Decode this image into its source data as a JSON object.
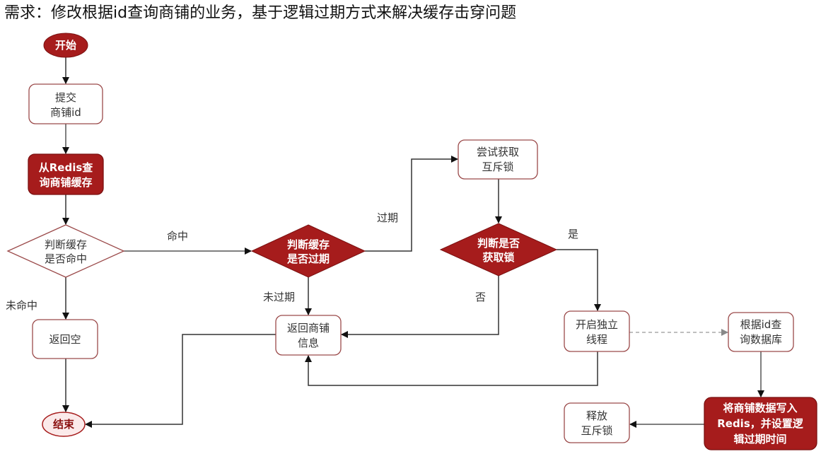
{
  "title": "需求：修改根据id查询商铺的业务，基于逻辑过期方式来解决缓存击穿问题",
  "nodes": {
    "start": "开始",
    "submit": [
      "提交",
      "商铺id"
    ],
    "query_redis": [
      "从Redis查",
      "询商铺缓存"
    ],
    "check_hit": [
      "判断缓存",
      "是否命中"
    ],
    "return_empty": "返回空",
    "end": "结束",
    "check_expired": [
      "判断缓存",
      "是否过期"
    ],
    "return_shop": [
      "返回商铺",
      "信息"
    ],
    "try_lock": [
      "尝试获取",
      "互斥锁"
    ],
    "check_lock": [
      "判断是否",
      "获取锁"
    ],
    "new_thread": [
      "开启独立",
      "线程"
    ],
    "query_db": [
      "根据id查",
      "询数据库"
    ],
    "write_redis": [
      "将商铺数据写入",
      "Redis，并设置逻",
      "辑过期时间"
    ],
    "release_lock": [
      "释放",
      "互斥锁"
    ]
  },
  "edge_labels": {
    "hit": "命中",
    "miss": "未命中",
    "expired": "过期",
    "not_expired": "未过期",
    "yes": "是",
    "no": "否"
  },
  "colors": {
    "accent": "#a61c1c"
  }
}
